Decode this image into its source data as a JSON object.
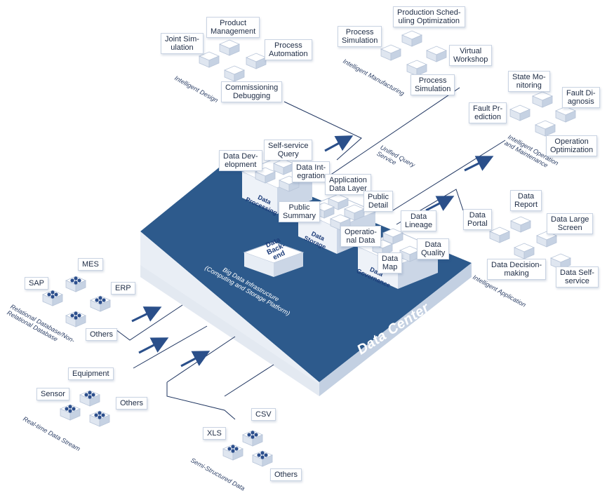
{
  "platform": {
    "title": "Data Center",
    "infrastructure": "Big Data Infrastructure\n(Computing and Storage Platform)",
    "backend": "Data\nBack-\nend"
  },
  "modules": {
    "processing": {
      "name": "Data\nProcessing",
      "items": [
        "Data Dev-\nelopment",
        "Self-service\nQuery",
        "Data Int-\negration"
      ]
    },
    "storage": {
      "name": "Data\nStorage",
      "items": [
        "Application\nData Layer",
        "Public\nDetail",
        "Public\nSummary",
        "Operatio-\nnal Data"
      ]
    },
    "governance": {
      "name": "Data\nGovernance",
      "items": [
        "Data\nLineage",
        "Data\nQuality",
        "Data\nMap"
      ]
    }
  },
  "sources": {
    "relational": {
      "caption": "Relational Database/Non-\nRelational Database",
      "items": [
        "MES",
        "SAP",
        "ERP",
        "Others"
      ]
    },
    "realtime": {
      "caption": "Real-time Data Stream",
      "items": [
        "Equipment",
        "Sensor",
        "Others"
      ]
    },
    "semi": {
      "caption": "Semi-Structured Data",
      "items": [
        "CSV",
        "XLS",
        "Others"
      ]
    }
  },
  "outputs": {
    "design": {
      "caption": "Intelligent Design",
      "items": [
        "Product\nManagement",
        "Joint Sim-\nulation",
        "Process\nAutomation",
        "Commissioning\nDebugging"
      ]
    },
    "manufacturing": {
      "caption": "Intelligent Manufacturing",
      "items": [
        "Production Sched-\nuling Optimization",
        "Process\nSimulation",
        "Virtual\nWorkshop",
        "Process\nSimulation"
      ]
    },
    "query": {
      "caption": "Unified Query\nService"
    },
    "om": {
      "caption": "Intelligent Operation\nand Maintenance",
      "items": [
        "State Mo-\nnitoring",
        "Fault Di-\nagnosis",
        "Fault Pr-\nediction",
        "Operation\nOptimization"
      ]
    },
    "application": {
      "caption": "Intelligent Application",
      "items": [
        "Data\nReport",
        "Data\nPortal",
        "Data Large\nScreen",
        "Data Decision-\nmaking",
        "Data Self-\nservice"
      ]
    }
  },
  "colors": {
    "platform_top": "#2d5a8c",
    "platform_front": "#e6ecf4",
    "platform_side": "#c3d0e2",
    "accent": "#2a4f8a",
    "line": "#1f3560",
    "icon": "#2c4f8d"
  }
}
